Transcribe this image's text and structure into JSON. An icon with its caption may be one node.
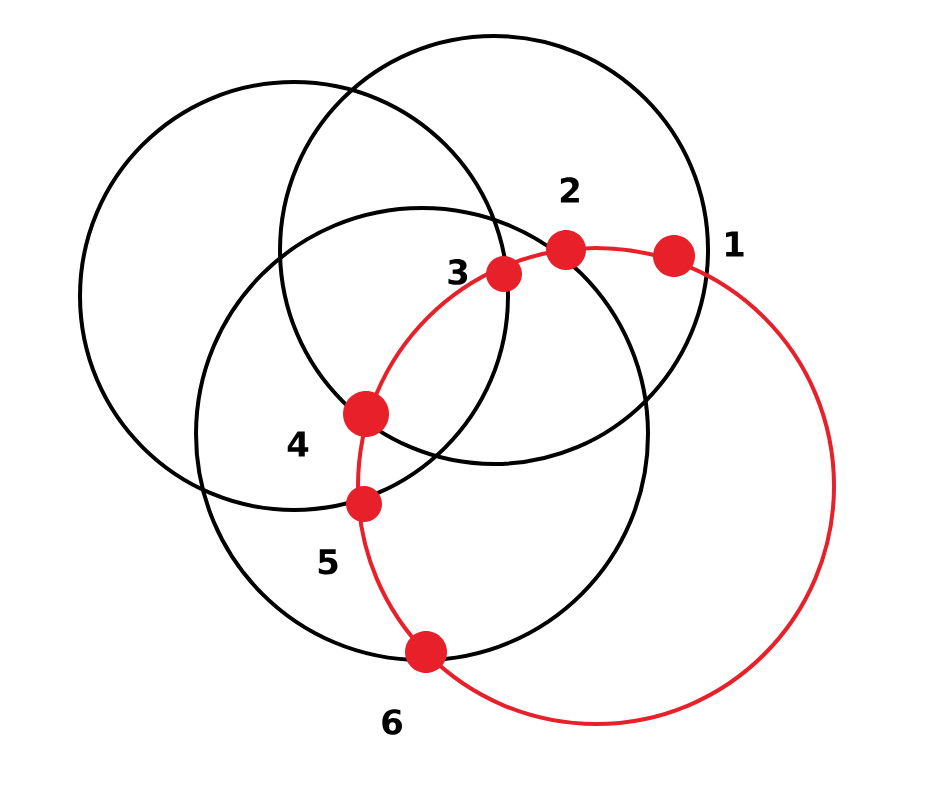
{
  "diagram": {
    "nodes": [
      {
        "text": [],
        "shape": "circle",
        "beside": [
          "2"
        ]
      },
      {
        "text": [],
        "shape": "circle",
        "beside": [
          "1"
        ]
      },
      {
        "text": [],
        "shape": "circle",
        "beside": [
          "3"
        ]
      },
      {
        "text": [],
        "shape": "circle",
        "beside": [
          "4"
        ]
      },
      {
        "text": [],
        "shape": "circle",
        "beside": [
          "5"
        ]
      },
      {
        "text": [],
        "shape": "circle",
        "beside": [
          "6"
        ]
      }
    ]
  }
}
